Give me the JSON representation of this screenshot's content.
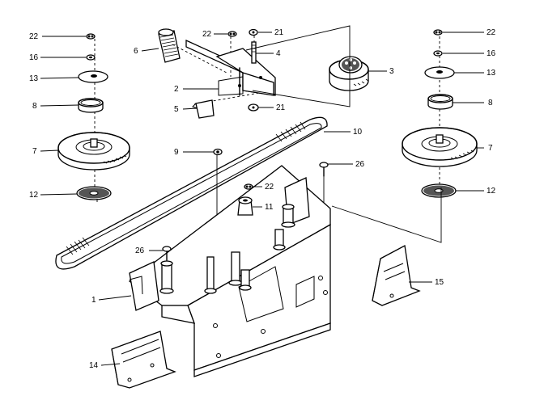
{
  "callouts": {
    "c1": "1",
    "c2": "2",
    "c3": "3",
    "c4": "4",
    "c5": "5",
    "c6": "6",
    "c7_left": "7",
    "c7_right": "7",
    "c8_left": "8",
    "c8_right": "8",
    "c9": "9",
    "c10": "10",
    "c11": "11",
    "c12_left": "12",
    "c12_right": "12",
    "c13_left": "13",
    "c13_right": "13",
    "c14": "14",
    "c15": "15",
    "c16_left": "16",
    "c16_right": "16",
    "c21_top": "21",
    "c21_mid": "21",
    "c22_left": "22",
    "c22_center": "22",
    "c22_right": "22",
    "c22_low": "22",
    "c26_top": "26",
    "c26_left": "26"
  }
}
